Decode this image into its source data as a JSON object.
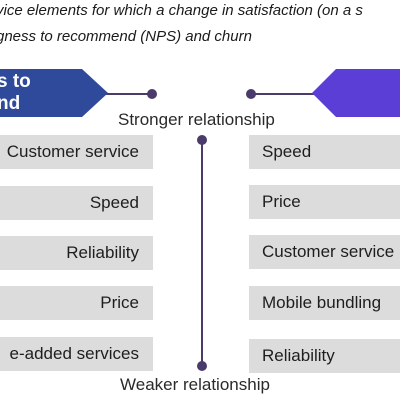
{
  "header": {
    "line1": "vice elements for which a change in satisfaction (on a s",
    "line2": "gness to recommend (NPS) and churn"
  },
  "left_banner": {
    "line1": "s to",
    "line2": "nd"
  },
  "axis": {
    "top_label": "Stronger relationship",
    "bottom_label": "Weaker relationship"
  },
  "left_items": [
    "Customer service",
    "Speed",
    "Reliability",
    "Price",
    "e-added services"
  ],
  "right_items": [
    "Speed",
    "Price",
    "Customer service",
    "Mobile bundling",
    "Reliability"
  ],
  "colors": {
    "left_banner": "#2f4a9a",
    "right_banner": "#5a3ed6",
    "axis_line": "#4a3b6b",
    "box_fill": "#dcdcdc"
  }
}
